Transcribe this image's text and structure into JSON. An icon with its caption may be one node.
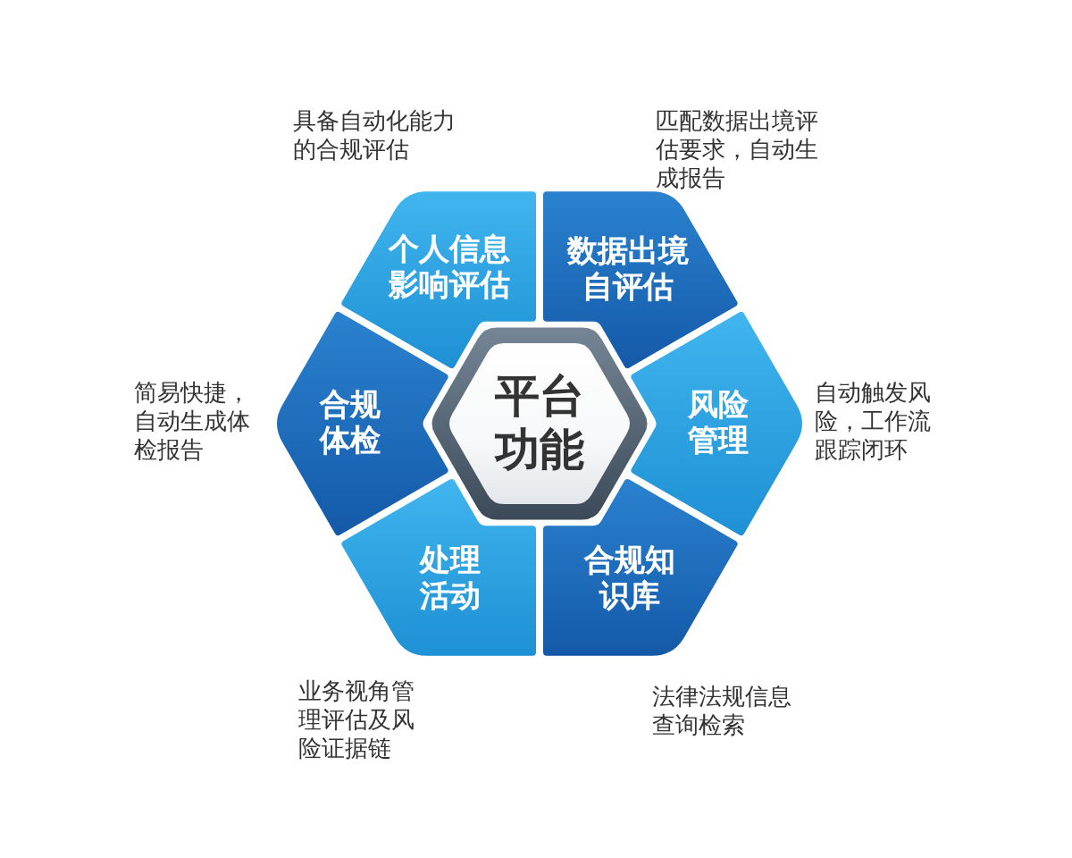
{
  "diagram": {
    "nodes": [
      {
        "text": [
          "个人信息影响评估"
        ],
        "beside": [
          "具备自动化能力的合规评估"
        ]
      },
      {
        "text": [
          "数据出境自评估"
        ],
        "beside": [
          "匹配数据出境评估要求，自动生成报告"
        ]
      },
      {
        "text": [
          "合规体检"
        ],
        "beside": [
          "简易快捷，自动生成体检报告"
        ]
      },
      {
        "text": [
          "平台功能"
        ]
      },
      {
        "text": [
          "风险管理"
        ],
        "beside": [
          "自动触发风险，工作流跟踪闭环"
        ]
      },
      {
        "text": [
          "处理活动"
        ],
        "beside": [
          "业务视角管理评估及风险证据链"
        ]
      },
      {
        "text": [
          "合规知识库"
        ],
        "beside": [
          "法律法规信息查询检索"
        ]
      }
    ]
  }
}
